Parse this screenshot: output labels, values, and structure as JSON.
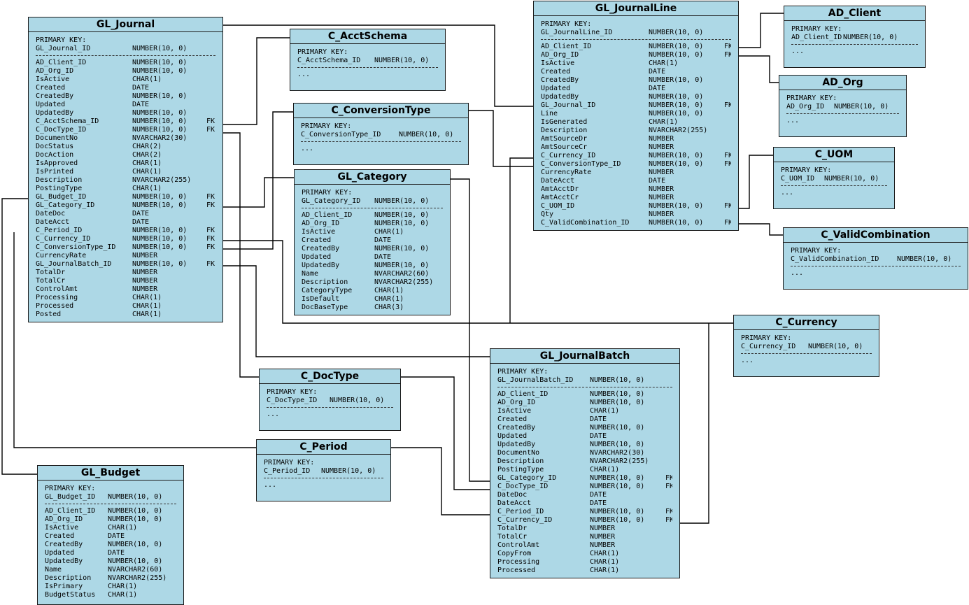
{
  "labels": {
    "primary_key": "PRIMARY KEY:",
    "ellipsis": "..."
  },
  "entities": [
    {
      "id": "gl-journal",
      "name": "GL_Journal",
      "pk": [
        "GL_Journal_ID",
        "NUMBER(10, 0)"
      ],
      "cols": [
        [
          "AD_Client_ID",
          "NUMBER(10, 0)",
          ""
        ],
        [
          "AD_Org_ID",
          "NUMBER(10, 0)",
          ""
        ],
        [
          "IsActive",
          "CHAR(1)",
          ""
        ],
        [
          "Created",
          "DATE",
          ""
        ],
        [
          "CreatedBy",
          "NUMBER(10, 0)",
          ""
        ],
        [
          "Updated",
          "DATE",
          ""
        ],
        [
          "UpdatedBy",
          "NUMBER(10, 0)",
          ""
        ],
        [
          "C_AcctSchema_ID",
          "NUMBER(10, 0)",
          "FK"
        ],
        [
          "C_DocType_ID",
          "NUMBER(10, 0)",
          "FK"
        ],
        [
          "DocumentNo",
          "NVARCHAR2(30)",
          ""
        ],
        [
          "DocStatus",
          "CHAR(2)",
          ""
        ],
        [
          "DocAction",
          "CHAR(2)",
          ""
        ],
        [
          "IsApproved",
          "CHAR(1)",
          ""
        ],
        [
          "IsPrinted",
          "CHAR(1)",
          ""
        ],
        [
          "Description",
          "NVARCHAR2(255)",
          ""
        ],
        [
          "PostingType",
          "CHAR(1)",
          ""
        ],
        [
          "GL_Budget_ID",
          "NUMBER(10, 0)",
          "FK"
        ],
        [
          "GL_Category_ID",
          "NUMBER(10, 0)",
          "FK"
        ],
        [
          "DateDoc",
          "DATE",
          ""
        ],
        [
          "DateAcct",
          "DATE",
          ""
        ],
        [
          "C_Period_ID",
          "NUMBER(10, 0)",
          "FK"
        ],
        [
          "C_Currency_ID",
          "NUMBER(10, 0)",
          "FK"
        ],
        [
          "C_ConversionType_ID",
          "NUMBER(10, 0)",
          "FK"
        ],
        [
          "CurrencyRate",
          "NUMBER",
          ""
        ],
        [
          "GL_JournalBatch_ID",
          "NUMBER(10, 0)",
          "FK"
        ],
        [
          "TotalDr",
          "NUMBER",
          ""
        ],
        [
          "TotalCr",
          "NUMBER",
          ""
        ],
        [
          "ControlAmt",
          "NUMBER",
          ""
        ],
        [
          "Processing",
          "CHAR(1)",
          ""
        ],
        [
          "Processed",
          "CHAR(1)",
          ""
        ],
        [
          "Posted",
          "CHAR(1)",
          ""
        ]
      ]
    },
    {
      "id": "c-acctschema",
      "name": "C_AcctSchema",
      "pk": [
        "C_AcctSchema_ID",
        "NUMBER(10, 0)"
      ],
      "cols": []
    },
    {
      "id": "c-conversiontype",
      "name": "C_ConversionType",
      "pk": [
        "C_ConversionType_ID",
        "NUMBER(10, 0)"
      ],
      "cols": []
    },
    {
      "id": "gl-category",
      "name": "GL_Category",
      "pk": [
        "GL_Category_ID",
        "NUMBER(10, 0)"
      ],
      "cols": [
        [
          "AD_Client_ID",
          "NUMBER(10, 0)",
          ""
        ],
        [
          "AD_Org_ID",
          "NUMBER(10, 0)",
          ""
        ],
        [
          "IsActive",
          "CHAR(1)",
          ""
        ],
        [
          "Created",
          "DATE",
          ""
        ],
        [
          "CreatedBy",
          "NUMBER(10, 0)",
          ""
        ],
        [
          "Updated",
          "DATE",
          ""
        ],
        [
          "UpdatedBy",
          "NUMBER(10, 0)",
          ""
        ],
        [
          "Name",
          "NVARCHAR2(60)",
          ""
        ],
        [
          "Description",
          "NVARCHAR2(255)",
          ""
        ],
        [
          "CategoryType",
          "CHAR(1)",
          ""
        ],
        [
          "IsDefault",
          "CHAR(1)",
          ""
        ],
        [
          "DocBaseType",
          "CHAR(3)",
          ""
        ]
      ]
    },
    {
      "id": "gl-journalline",
      "name": "GL_JournalLine",
      "pk": [
        "GL_JournalLine_ID",
        "NUMBER(10, 0)"
      ],
      "cols": [
        [
          "AD_Client_ID",
          "NUMBER(10, 0)",
          "FK"
        ],
        [
          "AD_Org_ID",
          "NUMBER(10, 0)",
          "FK"
        ],
        [
          "IsActive",
          "CHAR(1)",
          ""
        ],
        [
          "Created",
          "DATE",
          ""
        ],
        [
          "CreatedBy",
          "NUMBER(10, 0)",
          ""
        ],
        [
          "Updated",
          "DATE",
          ""
        ],
        [
          "UpdatedBy",
          "NUMBER(10, 0)",
          ""
        ],
        [
          "GL_Journal_ID",
          "NUMBER(10, 0)",
          "FK"
        ],
        [
          "Line",
          "NUMBER(10, 0)",
          ""
        ],
        [
          "IsGenerated",
          "CHAR(1)",
          ""
        ],
        [
          "Description",
          "NVARCHAR2(255)",
          ""
        ],
        [
          "AmtSourceDr",
          "NUMBER",
          ""
        ],
        [
          "AmtSourceCr",
          "NUMBER",
          ""
        ],
        [
          "C_Currency_ID",
          "NUMBER(10, 0)",
          "FK"
        ],
        [
          "C_ConversionType_ID",
          "NUMBER(10, 0)",
          "FK"
        ],
        [
          "CurrencyRate",
          "NUMBER",
          ""
        ],
        [
          "DateAcct",
          "DATE",
          ""
        ],
        [
          "AmtAcctDr",
          "NUMBER",
          ""
        ],
        [
          "AmtAcctCr",
          "NUMBER",
          ""
        ],
        [
          "C_UOM_ID",
          "NUMBER(10, 0)",
          "FK"
        ],
        [
          "Qty",
          "NUMBER",
          ""
        ],
        [
          "C_ValidCombination_ID",
          "NUMBER(10, 0)",
          "FK"
        ]
      ]
    },
    {
      "id": "ad-client",
      "name": "AD_Client",
      "pk": [
        "AD_Client_ID",
        "NUMBER(10, 0)"
      ],
      "cols": []
    },
    {
      "id": "ad-org",
      "name": "AD_Org",
      "pk": [
        "AD_Org_ID",
        "NUMBER(10, 0)"
      ],
      "cols": []
    },
    {
      "id": "c-uom",
      "name": "C_UOM",
      "pk": [
        "C_UOM_ID",
        "NUMBER(10, 0)"
      ],
      "cols": []
    },
    {
      "id": "c-validcombination",
      "name": "C_ValidCombination",
      "pk": [
        "C_ValidCombination_ID",
        "NUMBER(10, 0)"
      ],
      "cols": []
    },
    {
      "id": "c-currency",
      "name": "C_Currency",
      "pk": [
        "C_Currency_ID",
        "NUMBER(10, 0)"
      ],
      "cols": []
    },
    {
      "id": "gl-journalbatch",
      "name": "GL_JournalBatch",
      "pk": [
        "GL_JournalBatch_ID",
        "NUMBER(10, 0)"
      ],
      "cols": [
        [
          "AD_Client_ID",
          "NUMBER(10, 0)",
          ""
        ],
        [
          "AD_Org_ID",
          "NUMBER(10, 0)",
          ""
        ],
        [
          "IsActive",
          "CHAR(1)",
          ""
        ],
        [
          "Created",
          "DATE",
          ""
        ],
        [
          "CreatedBy",
          "NUMBER(10, 0)",
          ""
        ],
        [
          "Updated",
          "DATE",
          ""
        ],
        [
          "UpdatedBy",
          "NUMBER(10, 0)",
          ""
        ],
        [
          "DocumentNo",
          "NVARCHAR2(30)",
          ""
        ],
        [
          "Description",
          "NVARCHAR2(255)",
          ""
        ],
        [
          "PostingType",
          "CHAR(1)",
          ""
        ],
        [
          "GL_Category_ID",
          "NUMBER(10, 0)",
          "FK"
        ],
        [
          "C_DocType_ID",
          "NUMBER(10, 0)",
          "FK"
        ],
        [
          "DateDoc",
          "DATE",
          ""
        ],
        [
          "DateAcct",
          "DATE",
          ""
        ],
        [
          "C_Period_ID",
          "NUMBER(10, 0)",
          "FK"
        ],
        [
          "C_Currency_ID",
          "NUMBER(10, 0)",
          "FK"
        ],
        [
          "TotalDr",
          "NUMBER",
          ""
        ],
        [
          "TotalCr",
          "NUMBER",
          ""
        ],
        [
          "ControlAmt",
          "NUMBER",
          ""
        ],
        [
          "CopyFrom",
          "CHAR(1)",
          ""
        ],
        [
          "Processing",
          "CHAR(1)",
          ""
        ],
        [
          "Processed",
          "CHAR(1)",
          ""
        ]
      ]
    },
    {
      "id": "c-doctype",
      "name": "C_DocType",
      "pk": [
        "C_DocType_ID",
        "NUMBER(10, 0)"
      ],
      "cols": []
    },
    {
      "id": "c-period",
      "name": "C_Period",
      "pk": [
        "C_Period_ID",
        "NUMBER(10, 0)"
      ],
      "cols": []
    },
    {
      "id": "gl-budget",
      "name": "GL_Budget",
      "pk": [
        "GL_Budget_ID",
        "NUMBER(10, 0)"
      ],
      "cols": [
        [
          "AD_Client_ID",
          "NUMBER(10, 0)",
          ""
        ],
        [
          "AD_Org_ID",
          "NUMBER(10, 0)",
          ""
        ],
        [
          "IsActive",
          "CHAR(1)",
          ""
        ],
        [
          "Created",
          "DATE",
          ""
        ],
        [
          "CreatedBy",
          "NUMBER(10, 0)",
          ""
        ],
        [
          "Updated",
          "DATE",
          ""
        ],
        [
          "UpdatedBy",
          "NUMBER(10, 0)",
          ""
        ],
        [
          "Name",
          "NVARCHAR2(60)",
          ""
        ],
        [
          "Description",
          "NVARCHAR2(255)",
          ""
        ],
        [
          "IsPrimary",
          "CHAR(1)",
          ""
        ],
        [
          "BudgetStatus",
          "CHAR(1)",
          ""
        ]
      ]
    }
  ]
}
